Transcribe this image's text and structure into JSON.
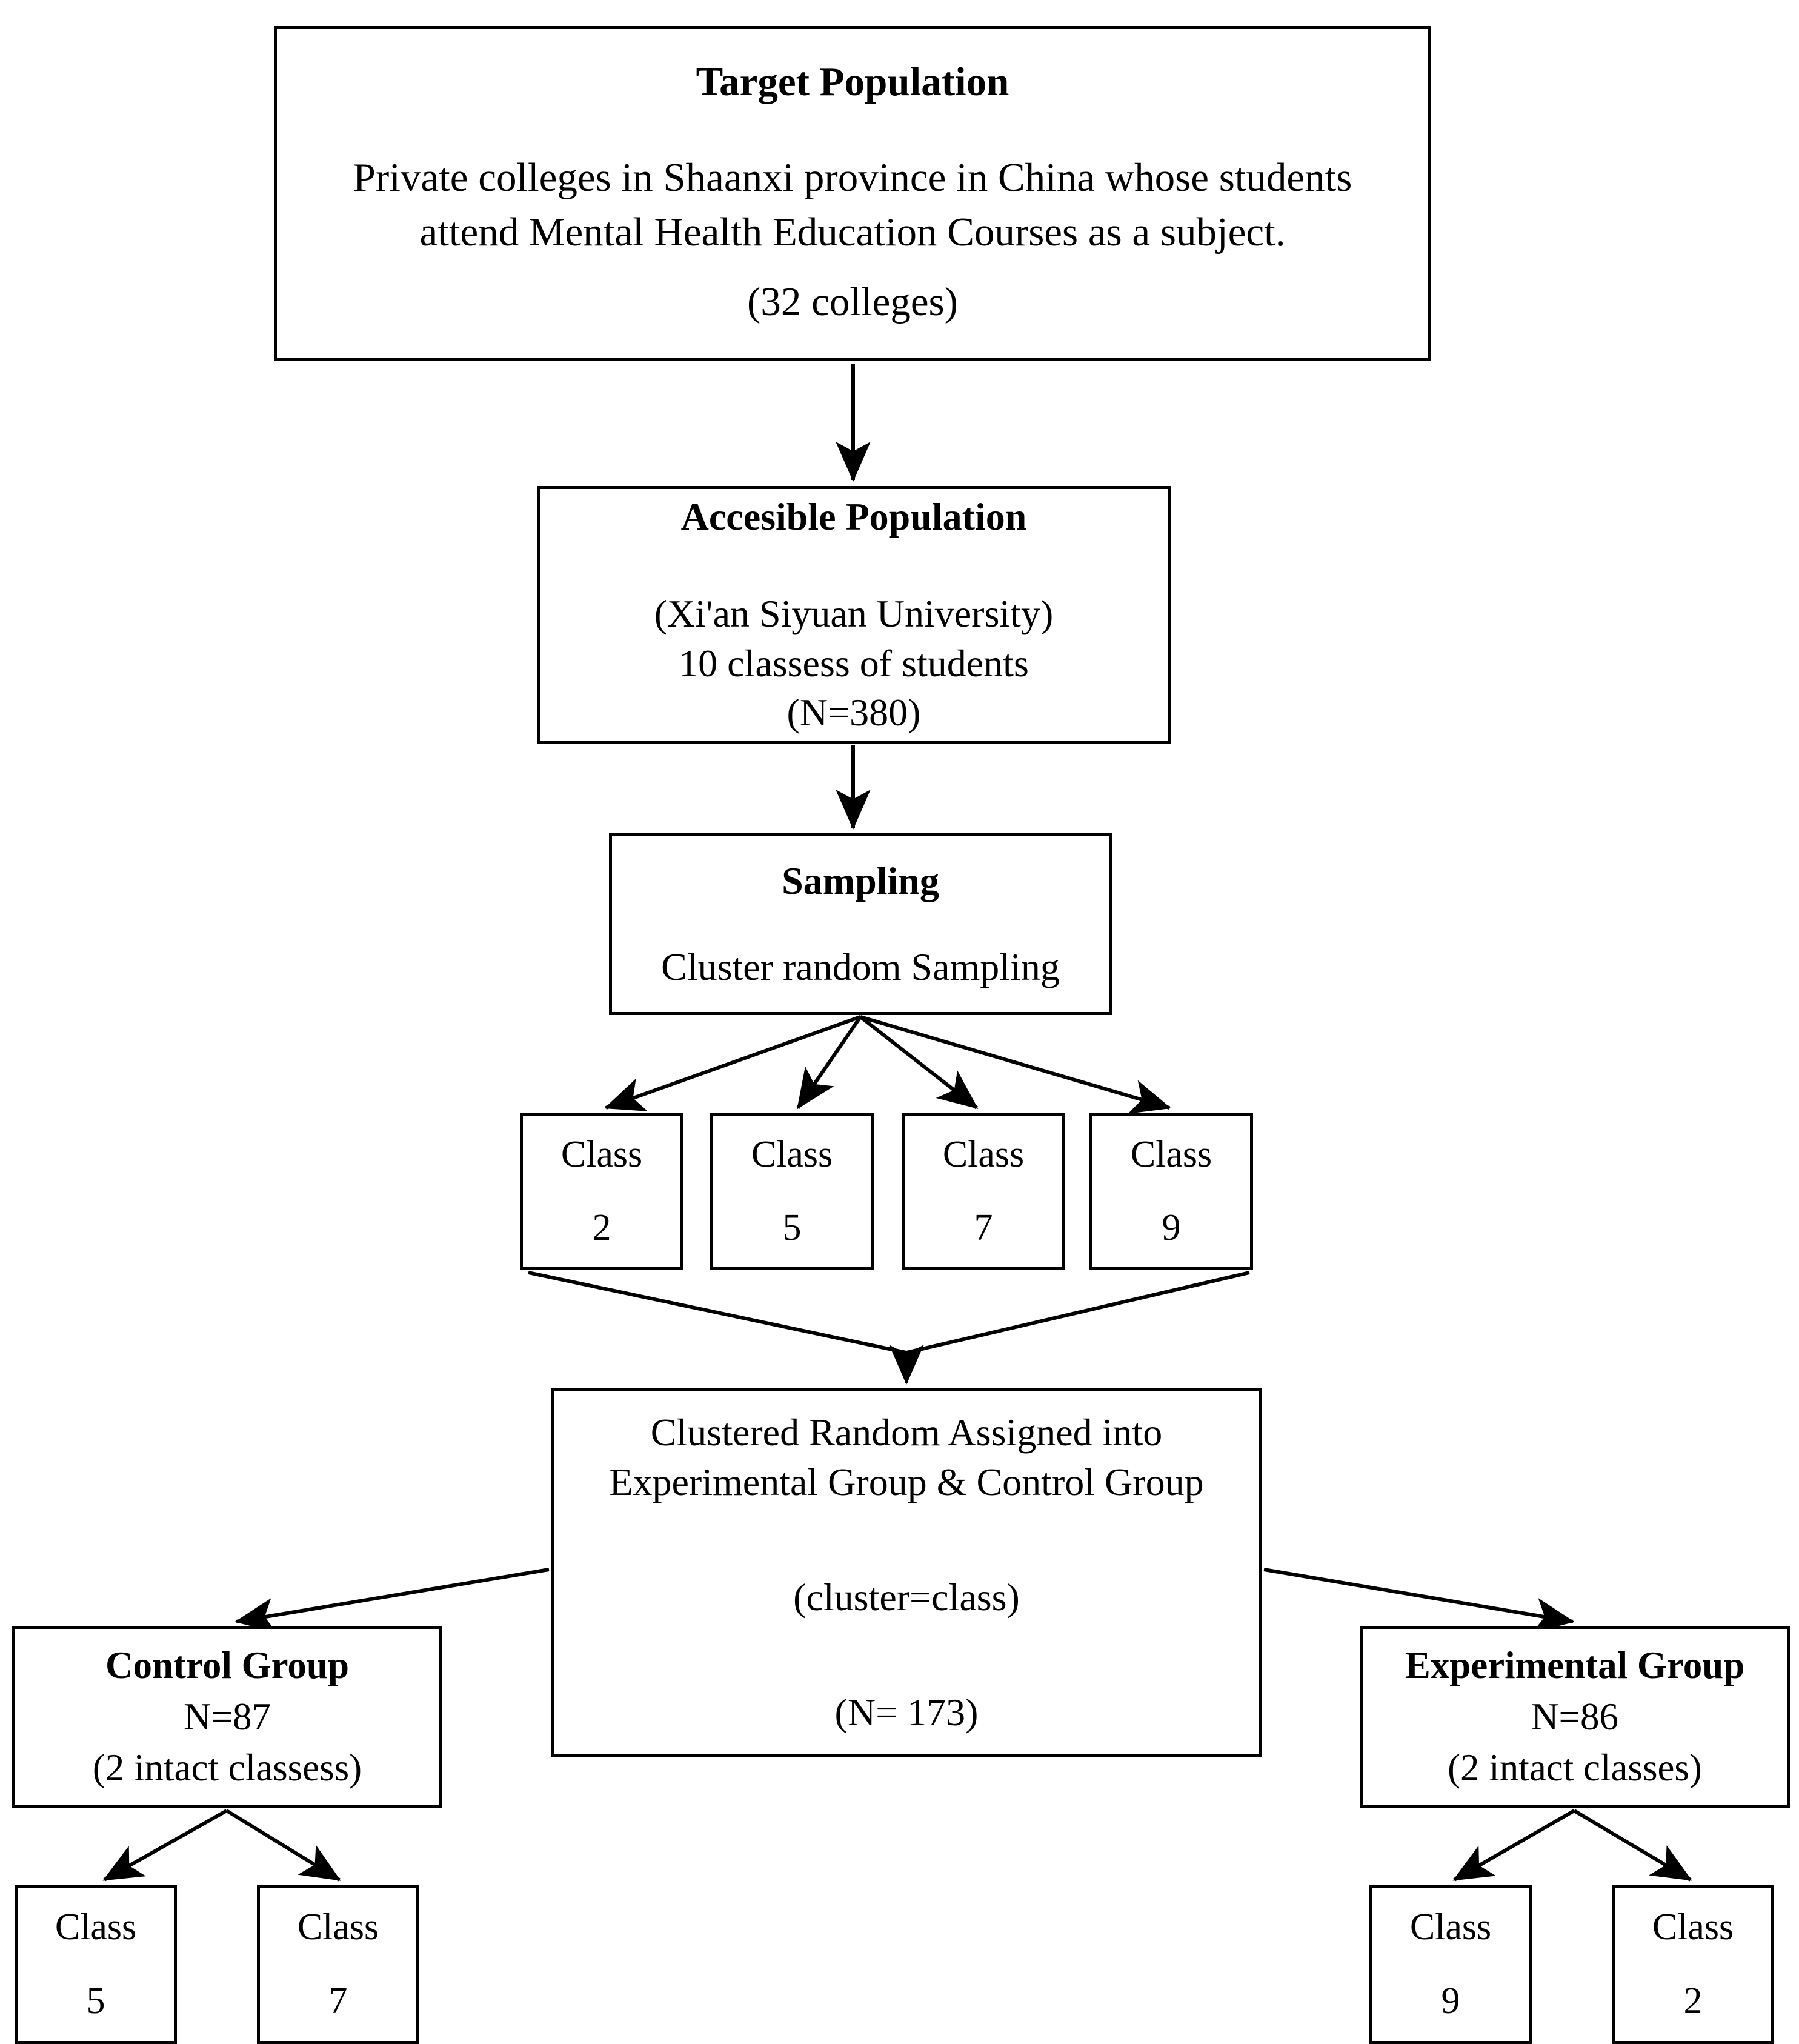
{
  "diagram": {
    "title": "Cluster random sampling and group assignment flowchart",
    "line_color": "#000000",
    "box_fill": "#ffffff",
    "text_color": "#000000"
  },
  "nodes": {
    "target_population": {
      "heading": "Target Population",
      "line1": "Private colleges in Shaanxi province in China whose students",
      "line2": "attend Mental Health Education Courses as a subject.",
      "line3": "(32 colleges)"
    },
    "accessible_population": {
      "heading": "Accesible Population",
      "line1": "(Xi'an Siyuan University)",
      "line2": "10 classess of students",
      "line3": "(N=380)"
    },
    "sampling": {
      "heading": "Sampling",
      "line1": "Cluster random Sampling"
    },
    "sampled_classes": [
      {
        "label": "Class",
        "number": "2"
      },
      {
        "label": "Class",
        "number": "5"
      },
      {
        "label": "Class",
        "number": "7"
      },
      {
        "label": "Class",
        "number": "9"
      }
    ],
    "assignment": {
      "line1": "Clustered Random Assigned into",
      "line2": "Experimental Group & Control Group",
      "line3": "(cluster=class)",
      "line4": "(N= 173)"
    },
    "control_group": {
      "heading": "Control Group",
      "line1": "N=87",
      "line2": "(2 intact classess)"
    },
    "experimental_group": {
      "heading": "Experimental Group",
      "line1": "N=86",
      "line2": "(2 intact classes)"
    },
    "control_classes": [
      {
        "label": "Class",
        "number": "5"
      },
      {
        "label": "Class",
        "number": "7"
      }
    ],
    "experimental_classes": [
      {
        "label": "Class",
        "number": "9"
      },
      {
        "label": "Class",
        "number": "2"
      }
    ]
  },
  "edges": [
    {
      "from": "target_population",
      "to": "accessible_population",
      "kind": "arrow-down"
    },
    {
      "from": "accessible_population",
      "to": "sampling",
      "kind": "arrow-down"
    },
    {
      "from": "sampling",
      "to": "class-2",
      "kind": "arrow-fan"
    },
    {
      "from": "sampling",
      "to": "class-5",
      "kind": "arrow-fan"
    },
    {
      "from": "sampling",
      "to": "class-7",
      "kind": "arrow-fan"
    },
    {
      "from": "sampling",
      "to": "class-9",
      "kind": "arrow-fan"
    },
    {
      "from": "class-2",
      "to": "assignment",
      "kind": "merge-down"
    },
    {
      "from": "class-9",
      "to": "assignment",
      "kind": "merge-down"
    },
    {
      "from": "assignment",
      "to": "control_group",
      "kind": "arrow-left"
    },
    {
      "from": "assignment",
      "to": "experimental_group",
      "kind": "arrow-right"
    },
    {
      "from": "control_group",
      "to": "control-class-5",
      "kind": "arrow-split"
    },
    {
      "from": "control_group",
      "to": "control-class-7",
      "kind": "arrow-split"
    },
    {
      "from": "experimental_group",
      "to": "experimental-class-9",
      "kind": "arrow-split"
    },
    {
      "from": "experimental_group",
      "to": "experimental-class-2",
      "kind": "arrow-split"
    }
  ]
}
